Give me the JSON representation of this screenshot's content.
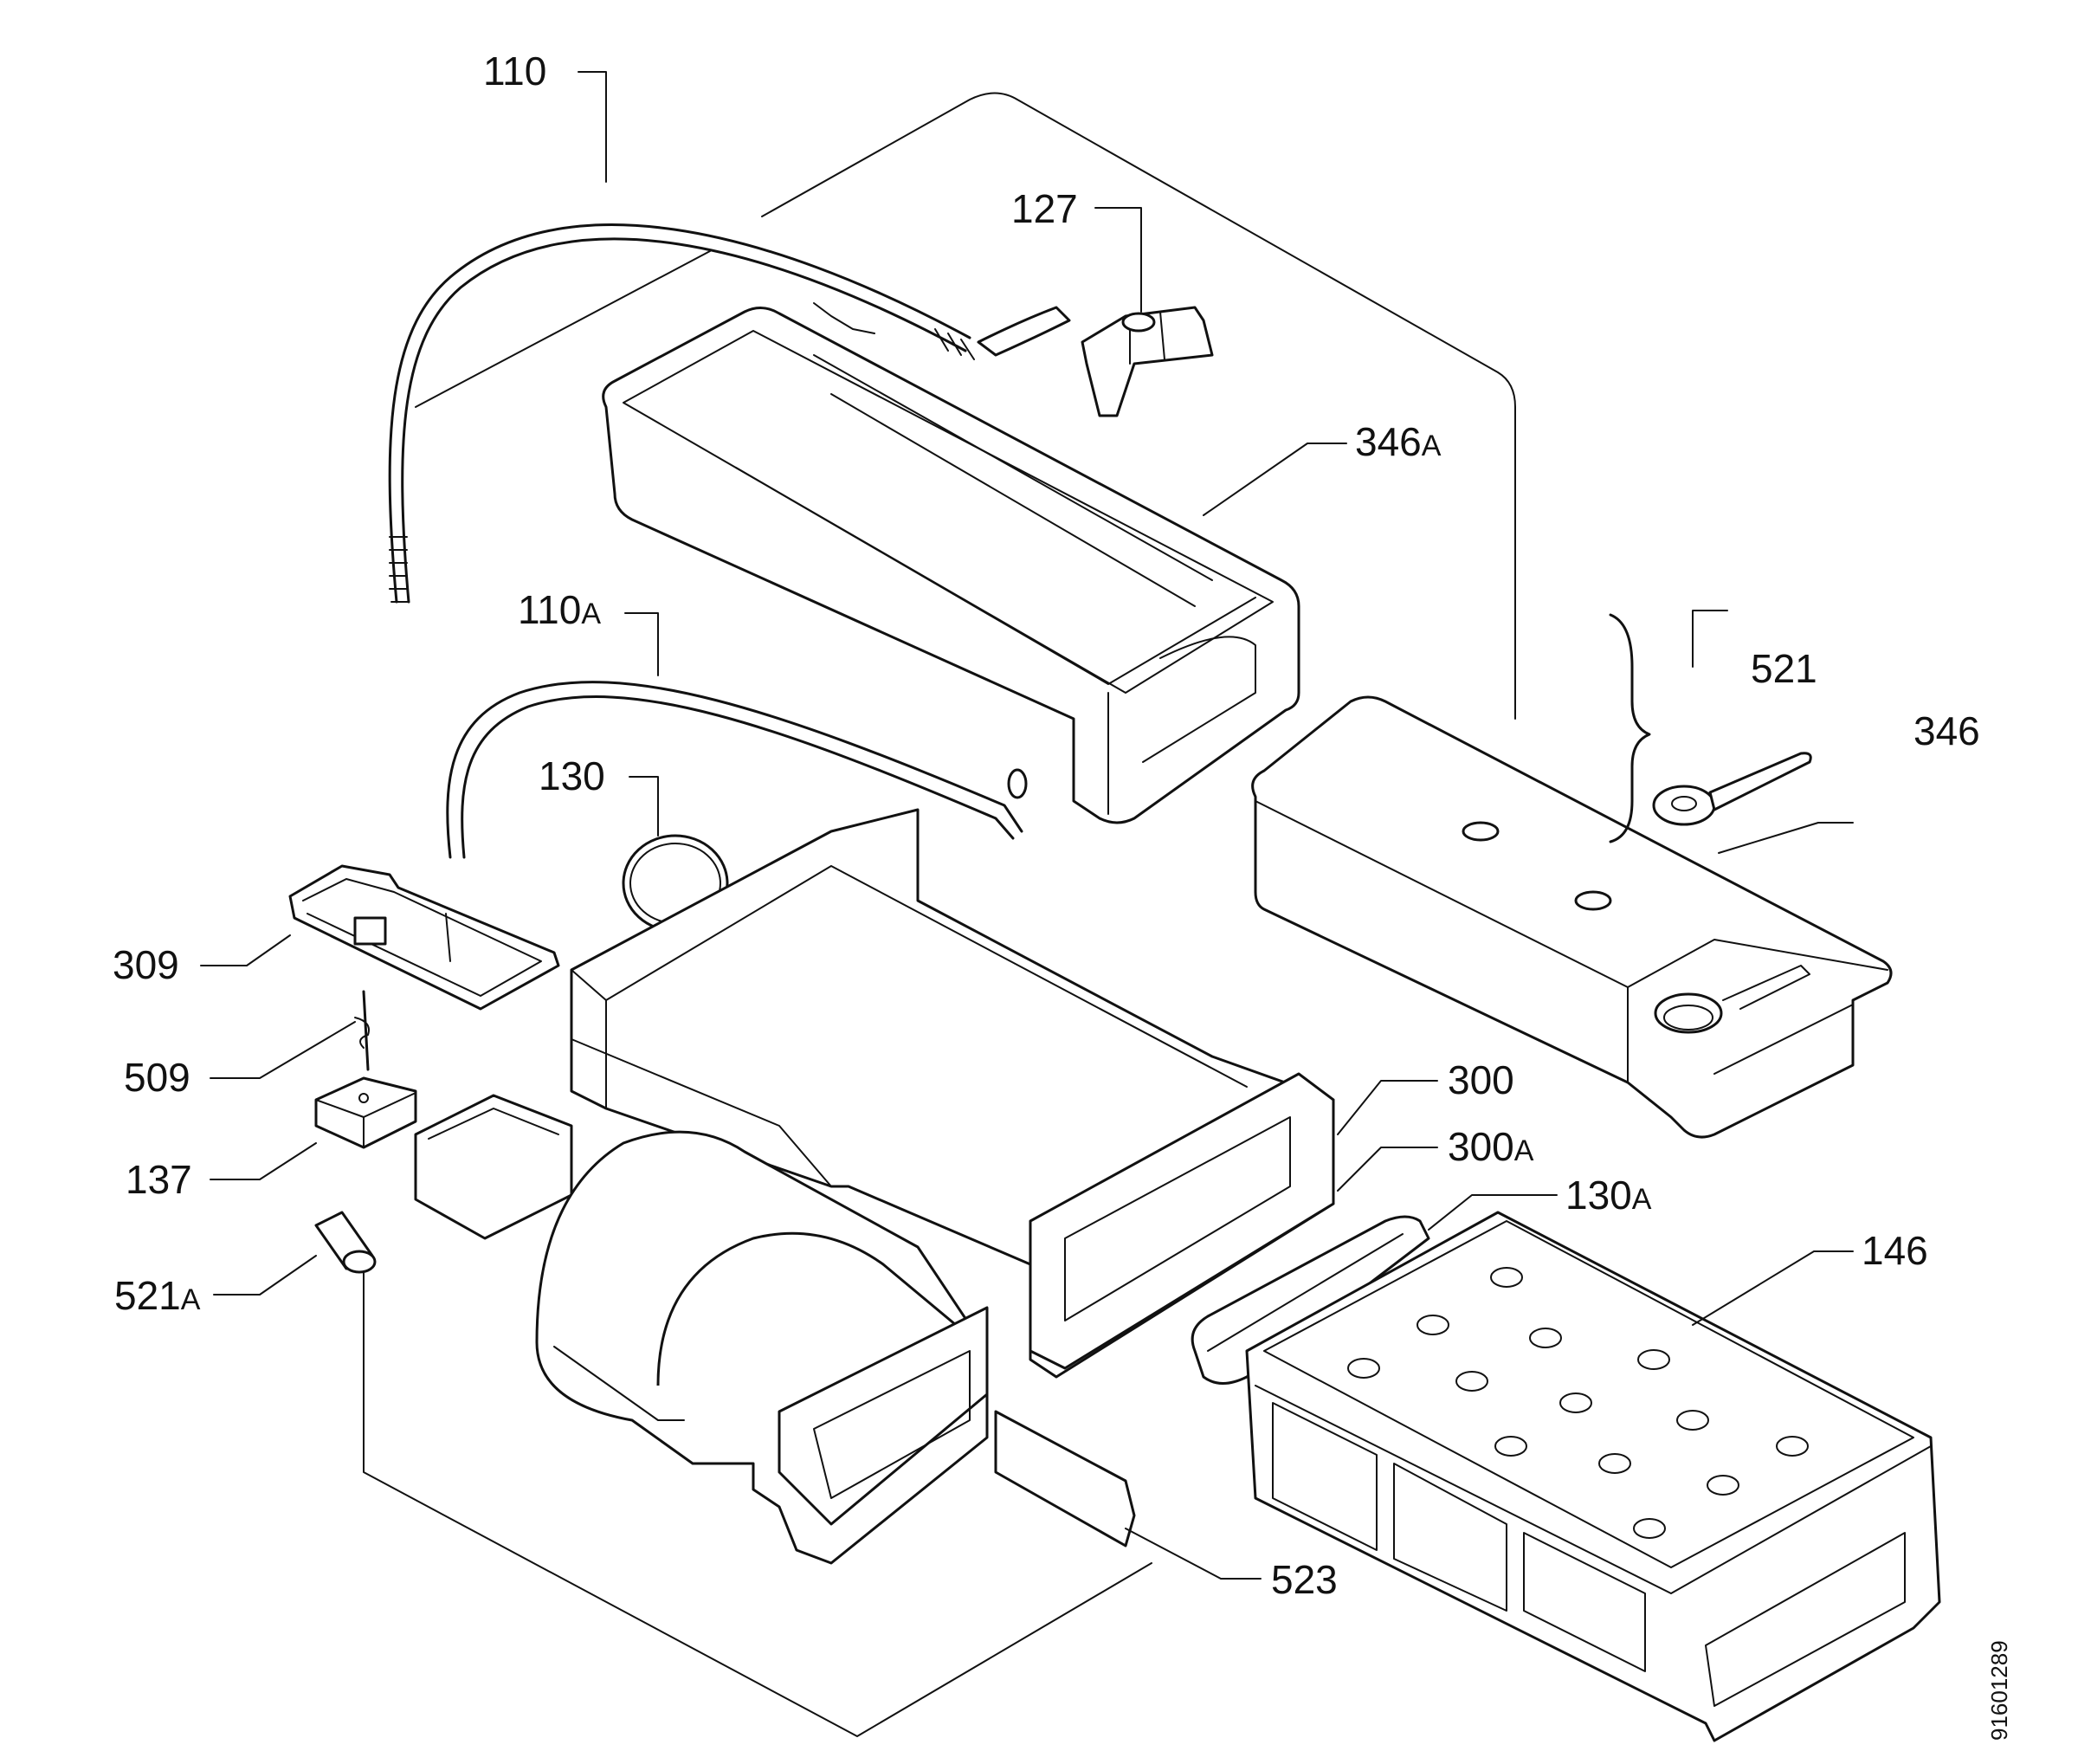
{
  "labels": {
    "p110": "110",
    "p127": "127",
    "p346a_num": "346",
    "p346a_suffix": "A",
    "p110a_num": "110",
    "p110a_suffix": "A",
    "p521": "521",
    "p346": "346",
    "p130": "130",
    "p309": "309",
    "p509": "509",
    "p137": "137",
    "p300": "300",
    "p300a_num": "300",
    "p300a_suffix": "A",
    "p130a_num": "130",
    "p130a_suffix": "A",
    "p146": "146",
    "p521a_num": "521",
    "p521a_suffix": "A",
    "p523": "523"
  },
  "document_number": "91601289"
}
